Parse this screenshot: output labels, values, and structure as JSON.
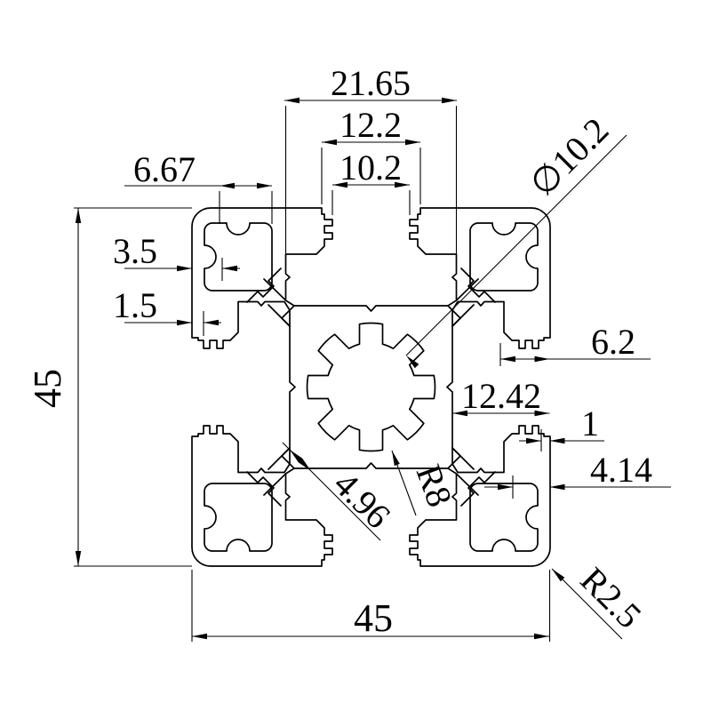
{
  "drawing": {
    "type": "technical-cross-section",
    "subject": "45x45 aluminum extrusion T-slot profile",
    "line_color": "#000000",
    "background": "#ffffff",
    "dims": {
      "chamber_width": "21.65",
      "lip_outer_width": "12.2",
      "slot_opening": "10.2",
      "corner_pocket_width": "6.67",
      "corner_wall": "3.5",
      "lip_wall": "1.5",
      "overall_height": "45",
      "overall_width": "45",
      "center_bore": "∅10.2",
      "slot_shoulder_depth": "6.2",
      "slot_depth": "12.42",
      "lip_rib": "1",
      "corner_slot_depth": "4.14",
      "web_gap": "4.96",
      "bore_radius": "R8",
      "corner_radius": "R2.5"
    }
  }
}
